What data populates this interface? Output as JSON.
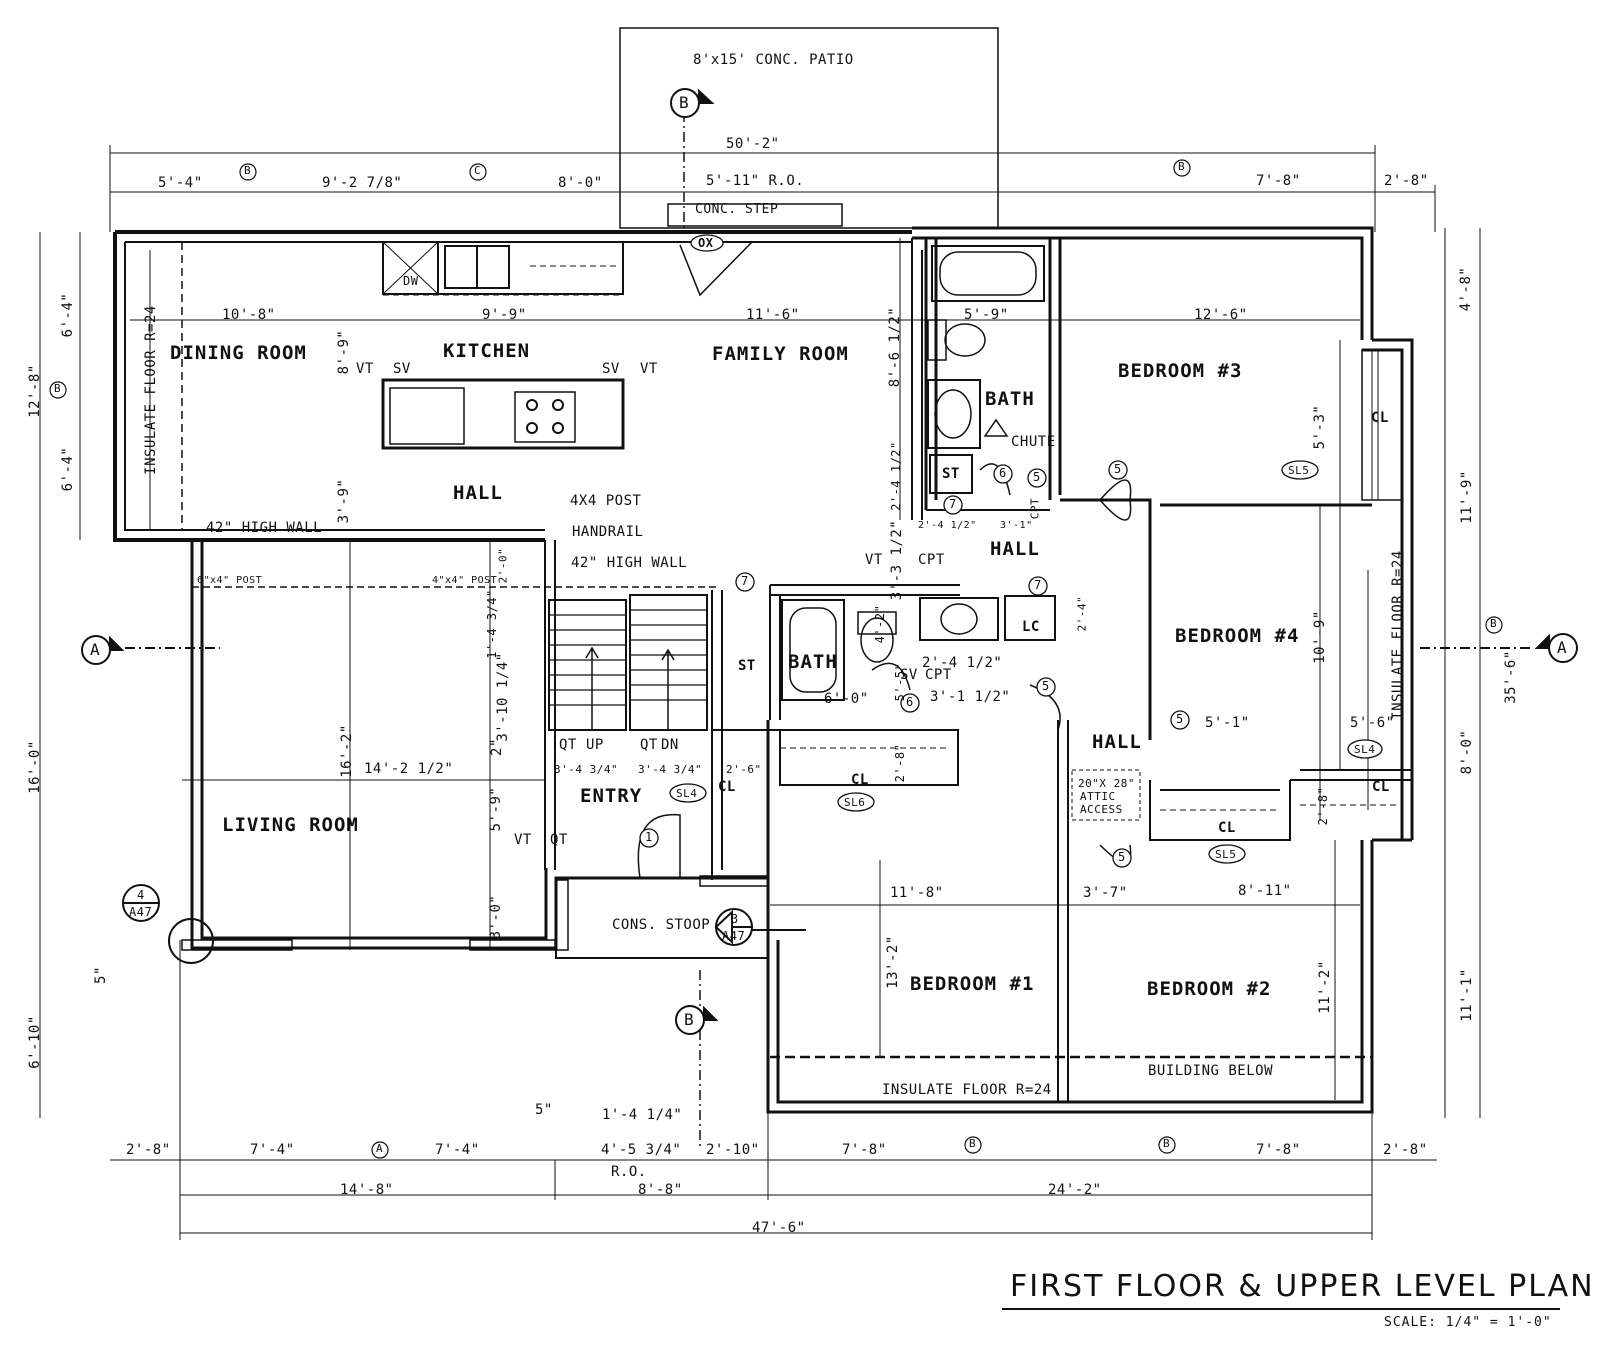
{
  "title": "FIRST FLOOR & UPPER LEVEL PLAN",
  "scale": "SCALE: 1/4\" = 1'-0\"",
  "rooms": {
    "dining": "DINING ROOM",
    "kitchen": "KITCHEN",
    "family": "FAMILY ROOM",
    "bedroom3": "BEDROOM #3",
    "bedroom4": "BEDROOM #4",
    "bedroom1": "BEDROOM #1",
    "bedroom2": "BEDROOM #2",
    "living": "LIVING ROOM",
    "hall_main": "HALL",
    "hall_upper": "HALL",
    "hall_lower": "HALL",
    "entry": "ENTRY",
    "bath_upper": "BATH",
    "bath_lower": "BATH"
  },
  "notes": {
    "patio": "8'x15' CONC. PATIO",
    "conc_step": "CONC. STEP",
    "ox": "OX",
    "dw": "DW",
    "chute": "CHUTE",
    "post_4x4": "4X4 POST",
    "handrail": "HANDRAIL",
    "high_wall_42_stair": "42\" HIGH WALL",
    "high_wall_42_dining": "42\" HIGH WALL",
    "post_6x4": "6\"x4\" POST",
    "post_4x4b": "4\"x4\" POST",
    "insulate_floor_left": "INSULATE FLOOR R=24",
    "insulate_floor_right": "INSULATE FLOOR R=24",
    "insulate_floor_bottom": "INSULATE FLOOR R=24",
    "building_below": "BUILDING BELOW",
    "attic_access_1": "20\"X 28\"",
    "attic_access_2": "ATTIC",
    "attic_access_3": "ACCESS",
    "cons_stoop": "CONS. STOOP",
    "st1": "ST",
    "st2": "ST",
    "lc": "LC",
    "cl_list": [
      "CL",
      "CL",
      "CL",
      "CL",
      "CL"
    ],
    "sl_list": [
      "SL5",
      "SL4",
      "SL6",
      "SL4",
      "SL5"
    ],
    "up": "UP",
    "dn": "DN",
    "qt1": "QT",
    "qt2": "QT",
    "qt3": "QT",
    "vt1": "VT",
    "vt2": "VT",
    "vt3": "VT",
    "vt4": "VT",
    "sv1": "SV",
    "sv2": "SV",
    "sv3": "SV",
    "cpt1": "CPT",
    "cpt2": "CPT",
    "cpt3": "CPT",
    "ro": "R.O."
  },
  "bubbles": {
    "grid_b_top": "B",
    "grid_b_bottom": "B",
    "grid_a_left": "A",
    "grid_a_right": "A",
    "detail_4": "4",
    "detail_4_sheet": "A47",
    "detail_3": "3",
    "detail_3_sheet": "A47",
    "small_b1": "B",
    "small_c": "C",
    "small_b2": "B",
    "small_b_left": "B",
    "small_b_right": "B",
    "small_a": "A",
    "small_b3": "B",
    "small_b4": "B"
  },
  "door_tags": [
    "1",
    "5",
    "5",
    "5",
    "5",
    "5",
    "6",
    "6",
    "7",
    "7",
    "7"
  ],
  "dimensions": {
    "top_overall": "50'-2\"",
    "top_1": "5'-4\"",
    "top_2": "9'-2 7/8\"",
    "top_3": "8'-0\"",
    "top_4": "5'-11\" R.O.",
    "top_5": "7'-8\"",
    "top_6": "2'-8\"",
    "dining_w": "10'-8\"",
    "kitchen_w": "9'-9\"",
    "family_w": "11'-6\"",
    "bath_w": "5'-9\"",
    "bed3_w": "12'-6\"",
    "left_1": "6'-4\"",
    "left_2": "6'-4\"",
    "left_3": "12'-8\"",
    "left_4": "16'-0\"",
    "left_5": "5\"",
    "left_6": "6'-10\"",
    "right_1": "4'-8\"",
    "right_2": "11'-9\"",
    "right_3": "35'-6\"",
    "right_4": "8'-0\"",
    "right_5": "11'-1\"",
    "v_8_9": "8'-9\"",
    "v_3_9": "3'-9\"",
    "v_16_2": "16'-2\"",
    "v_5_9": "5'-9\"",
    "v_3_0": "3'-0\"",
    "v_8_6": "8'-6 1/2\"",
    "v_2_4": "2'-4 1/2\"",
    "v_3_3": "3'-3 1/2\"",
    "v_5_3": "5'-3\"",
    "v_10_9": "10'-9\"",
    "v_2_8": "2'-8\"",
    "v_2_8b": "2'-8\"",
    "v_13_2": "13'-2\"",
    "v_11_2": "11'-2\"",
    "v_1_4": "1'-4 3/4\"",
    "v_3_10": "3'-10 1/4\"",
    "v_2_0": "2'-0\"",
    "v_2": "2\"",
    "v_2_4c": "2'-4\"",
    "v_4_2": "4'-2\"",
    "v_5_5": "5'-5\"",
    "living_w": "14'-2 1/2\"",
    "stair_1": "3'-4 3/4\"",
    "stair_2": "3'-4 3/4\"",
    "d_2_6": "2'-6\"",
    "bath_lower_w": "6'-0\"",
    "d_2_4": "2'-4 1/2\"",
    "d_3_1": "3'-1 1/2\"",
    "d_2_4b": "2'-4 1/2\"",
    "d_3_1b": "3'-1\"",
    "d_5_1": "5'-1\"",
    "d_5_6": "5'-6\"",
    "bed1_w": "11'-8\"",
    "d_3_7": "3'-7\"",
    "bed2_w": "8'-11\"",
    "bot_1": "2'-8\"",
    "bot_2": "7'-4\"",
    "bot_3": "7'-4\"",
    "bot_4": "4'-5 3/4\"",
    "bot_5": "2'-10\"",
    "bot_6": "7'-8\"",
    "bot_7": "7'-8\"",
    "bot_8": "2'-8\"",
    "bot_5in": "5\"",
    "bot_1_4": "1'-4 1/4\"",
    "bot_14_8": "14'-8\"",
    "bot_8_8": "8'-8\"",
    "bot_24_2": "24'-2\"",
    "bot_overall": "47'-6\""
  }
}
